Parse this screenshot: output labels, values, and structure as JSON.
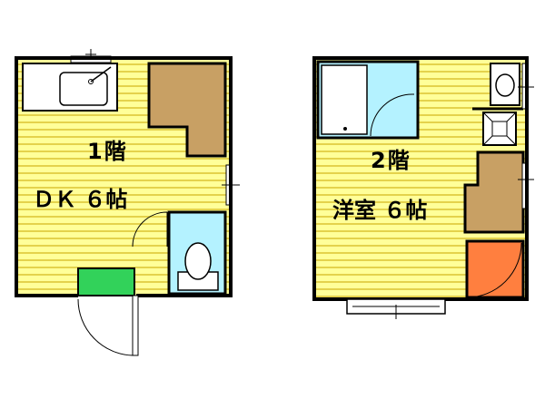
{
  "colors": {
    "floor": "#ffff99",
    "floor_line": "#e4d24c",
    "wall": "#000000",
    "closet": "#c8a064",
    "bath": "#b4f2ff",
    "entrance": "#32d25a",
    "stair": "#ff7f3f",
    "fixture": "#ffffff"
  },
  "floor1": {
    "level_label": "1階",
    "room_label": "ＤＫ ６帖"
  },
  "floor2": {
    "level_label": "2階",
    "room_label": "洋室 ６帖"
  }
}
